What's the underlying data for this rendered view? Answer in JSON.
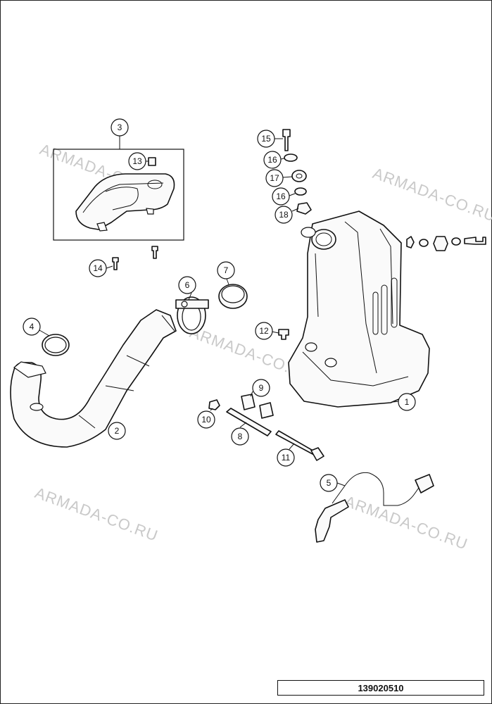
{
  "watermark": "ARMADA-CO.RU",
  "reference_number": "139020510",
  "callouts": {
    "c1": "1",
    "c2": "2",
    "c3": "3",
    "c4": "4",
    "c5": "5",
    "c6": "6",
    "c7": "7",
    "c8": "8",
    "c9": "9",
    "c10": "10",
    "c11": "11",
    "c12": "12",
    "c13": "13",
    "c14": "14",
    "c15": "15",
    "c16a": "16",
    "c17": "17",
    "c16b": "16",
    "c18": "18"
  }
}
